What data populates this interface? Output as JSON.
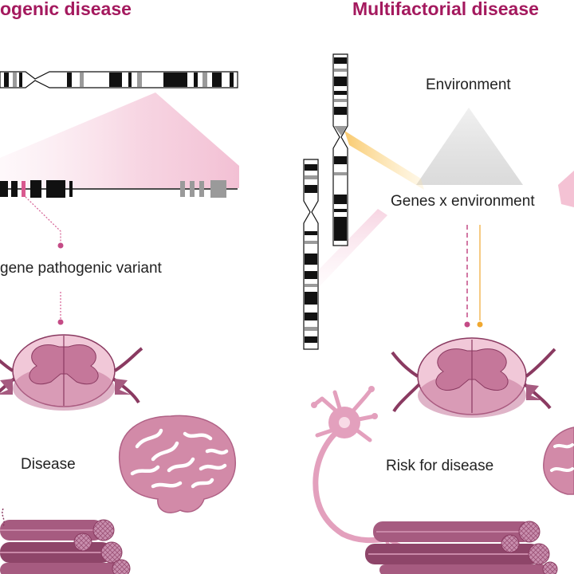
{
  "left_panel": {
    "title": "ogenic disease",
    "variant_label": "gene pathogenic variant",
    "outcome_label": "Disease"
  },
  "right_panel": {
    "title": "Multifactorial disease",
    "environment_label": "Environment",
    "interaction_label": "Genes x environment",
    "outcome_label": "Risk for disease"
  },
  "colors": {
    "title": "#a4195e",
    "tissue_light": "#f1c8d8",
    "tissue_mid": "#c5779a",
    "tissue_dark": "#8a3a61",
    "muscle": "#a65b80",
    "pathogenic_line": "#c44b86",
    "environment_line": "#f0a830",
    "highlight_pink": "#f7d9e4",
    "highlight_yellow": "#fbd27d",
    "environment_triangle": "#dcdcdc"
  },
  "icons": [
    "chromosome-icon",
    "gene-icon",
    "spinal-cord-icon",
    "brain-icon",
    "muscle-fiber-icon",
    "neuron-icon",
    "environment-triangle-icon"
  ]
}
